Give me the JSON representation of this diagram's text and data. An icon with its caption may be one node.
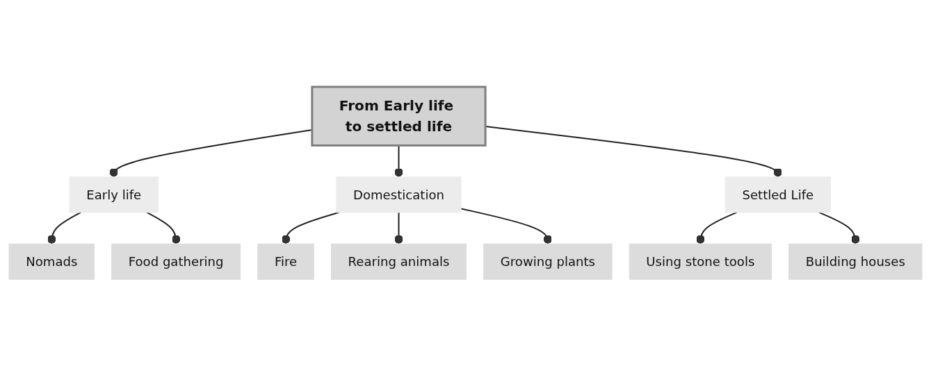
{
  "diagram": {
    "nodes": [
      {
        "text": [
          "From Early life to settled life"
        ]
      },
      {
        "text": [
          "Early life"
        ]
      },
      {
        "text": [
          "Nomads"
        ]
      },
      {
        "text": [
          "Food gathering"
        ]
      },
      {
        "text": [
          "Domestication"
        ]
      },
      {
        "text": [
          "Fire"
        ]
      },
      {
        "text": [
          "Rearing animals"
        ]
      },
      {
        "text": [
          "Growing plants"
        ]
      },
      {
        "text": [
          "Settled Life"
        ]
      },
      {
        "text": [
          "Using stone tools"
        ]
      },
      {
        "text": [
          "Building houses"
        ]
      }
    ],
    "edges": [
      {
        "from": 0,
        "to": 1,
        "arrow": "other"
      },
      {
        "from": 0,
        "to": 4,
        "arrow": "other"
      },
      {
        "from": 0,
        "to": 8,
        "arrow": "other"
      },
      {
        "from": 1,
        "to": 2,
        "arrow": "other"
      },
      {
        "from": 1,
        "to": 3,
        "arrow": "other"
      },
      {
        "from": 4,
        "to": 5,
        "arrow": "other"
      },
      {
        "from": 4,
        "to": 6,
        "arrow": "other"
      },
      {
        "from": 4,
        "to": 7,
        "arrow": "other"
      },
      {
        "from": 8,
        "to": 9,
        "arrow": "other"
      },
      {
        "from": 8,
        "to": 10,
        "arrow": "other"
      }
    ]
  }
}
